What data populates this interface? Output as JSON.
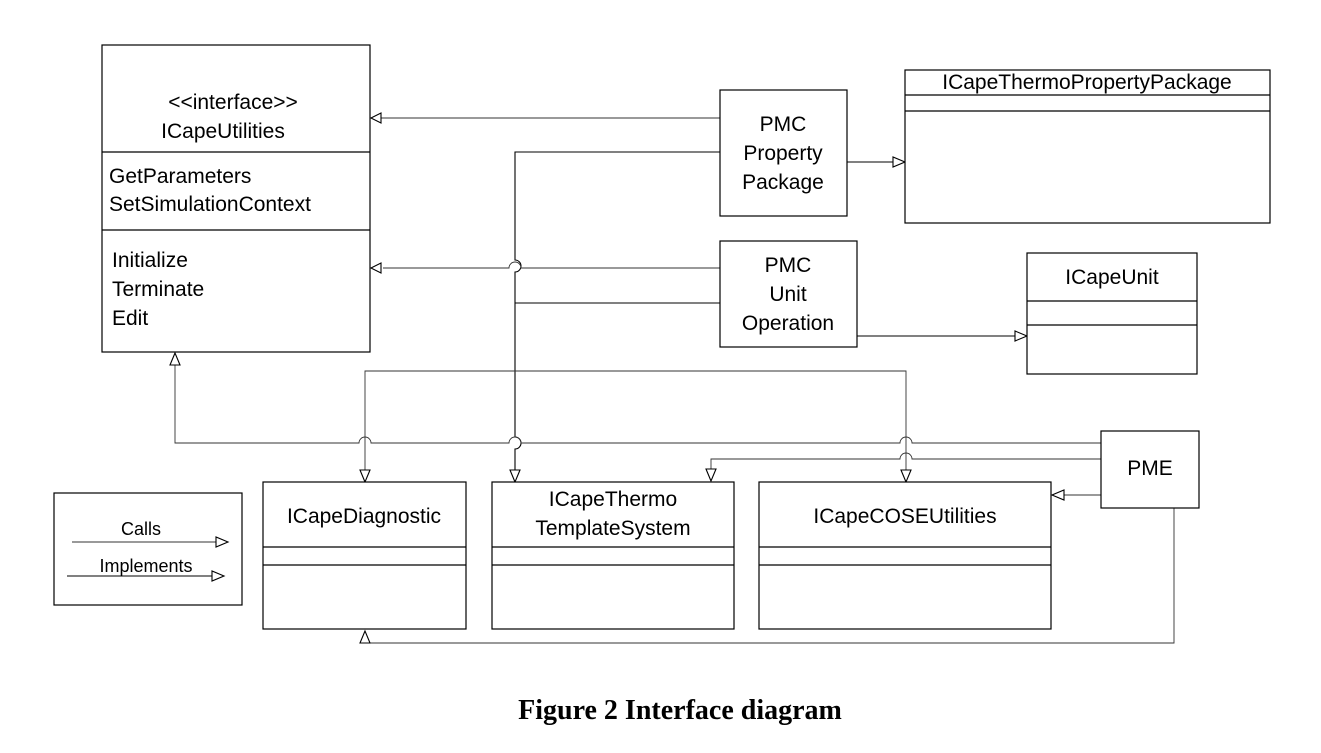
{
  "utilities": {
    "stereotype": "<<interface>>",
    "name": "ICapeUtilities",
    "methods_a": [
      "GetParameters",
      "SetSimulationContext"
    ],
    "methods_b": [
      "Initialize",
      "Terminate",
      "Edit"
    ]
  },
  "pmc_property_package": {
    "lines": [
      "PMC",
      "Property",
      "Package"
    ]
  },
  "pmc_unit_operation": {
    "lines": [
      "PMC",
      "Unit",
      "Operation"
    ]
  },
  "thermo_property_package": {
    "name": "ICapeThermoPropertyPackage"
  },
  "unit": {
    "name": "ICapeUnit"
  },
  "pme": {
    "name": "PME"
  },
  "diagnostic": {
    "name": "ICapeDiagnostic"
  },
  "thermo_template_system": {
    "lines": [
      "ICapeThermo",
      "TemplateSystem"
    ]
  },
  "cose_utilities": {
    "name": "ICapeCOSEUtilities"
  },
  "legend": {
    "calls": "Calls",
    "implements": "Implements"
  },
  "caption": "Figure 2 Interface diagram"
}
